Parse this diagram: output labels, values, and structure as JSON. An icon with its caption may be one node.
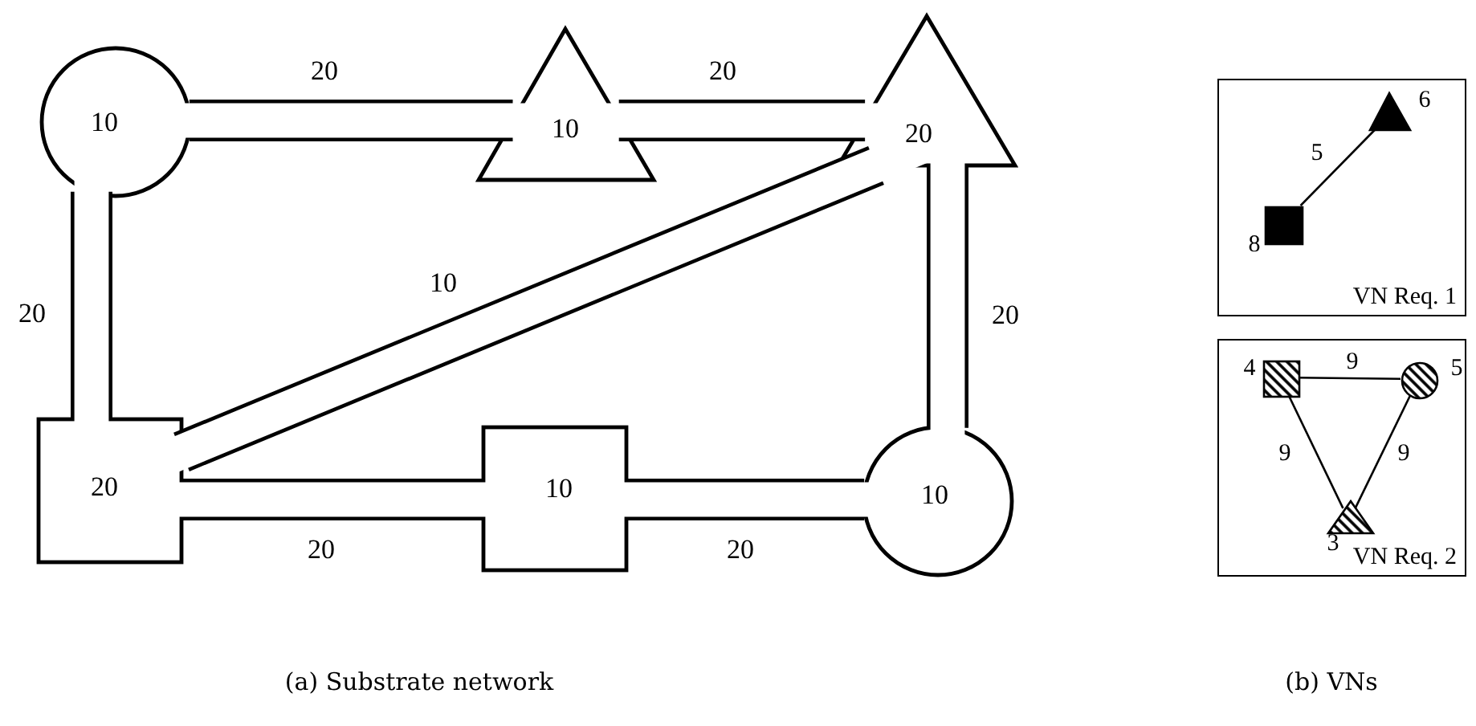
{
  "diagram": {
    "nodes": [
      {
        "text": [
          "10"
        ]
      },
      {
        "text": [
          "10"
        ]
      },
      {
        "text": [
          "20"
        ]
      },
      {
        "text": [
          "20"
        ]
      },
      {
        "text": [
          "10"
        ]
      },
      {
        "text": [
          "10"
        ]
      },
      {
        "text": [
          "VN Req. 1"
        ]
      },
      {
        "text": [],
        "shape": "triangle",
        "in": 6,
        "beside": [
          "6"
        ]
      },
      {
        "text": [],
        "shape": "box",
        "in": 6,
        "beside": [
          "8"
        ]
      },
      {
        "text": [
          "VN Req. 2"
        ]
      },
      {
        "text": [],
        "shape": "box",
        "in": 9,
        "beside": [
          "4"
        ]
      },
      {
        "text": [],
        "shape": "circle",
        "in": 9,
        "beside": [
          "5"
        ]
      },
      {
        "text": [],
        "shape": "triangle",
        "in": 9,
        "beside": [
          "3"
        ]
      }
    ],
    "edges": [
      {
        "from": 0,
        "to": 1,
        "arrow": "none",
        "label": "20"
      },
      {
        "from": 1,
        "to": 2,
        "arrow": "none",
        "label": "20"
      },
      {
        "from": 0,
        "to": 3,
        "arrow": "none",
        "label": "20"
      },
      {
        "from": 3,
        "to": 2,
        "arrow": "none",
        "label": "10"
      },
      {
        "from": 2,
        "to": 5,
        "arrow": "none",
        "label": "20"
      },
      {
        "from": 3,
        "to": 4,
        "arrow": "none",
        "label": "20"
      },
      {
        "from": 4,
        "to": 5,
        "arrow": "none",
        "label": "20"
      },
      {
        "from": 8,
        "to": 7,
        "arrow": "none",
        "label": "5"
      },
      {
        "from": 10,
        "to": 11,
        "arrow": "none",
        "label": "9"
      },
      {
        "from": 10,
        "to": 12,
        "arrow": "none",
        "label": "9"
      },
      {
        "from": 11,
        "to": 12,
        "arrow": "none",
        "label": "9"
      }
    ],
    "labels": [
      "(a) Substrate network",
      "(b) VNs"
    ]
  }
}
